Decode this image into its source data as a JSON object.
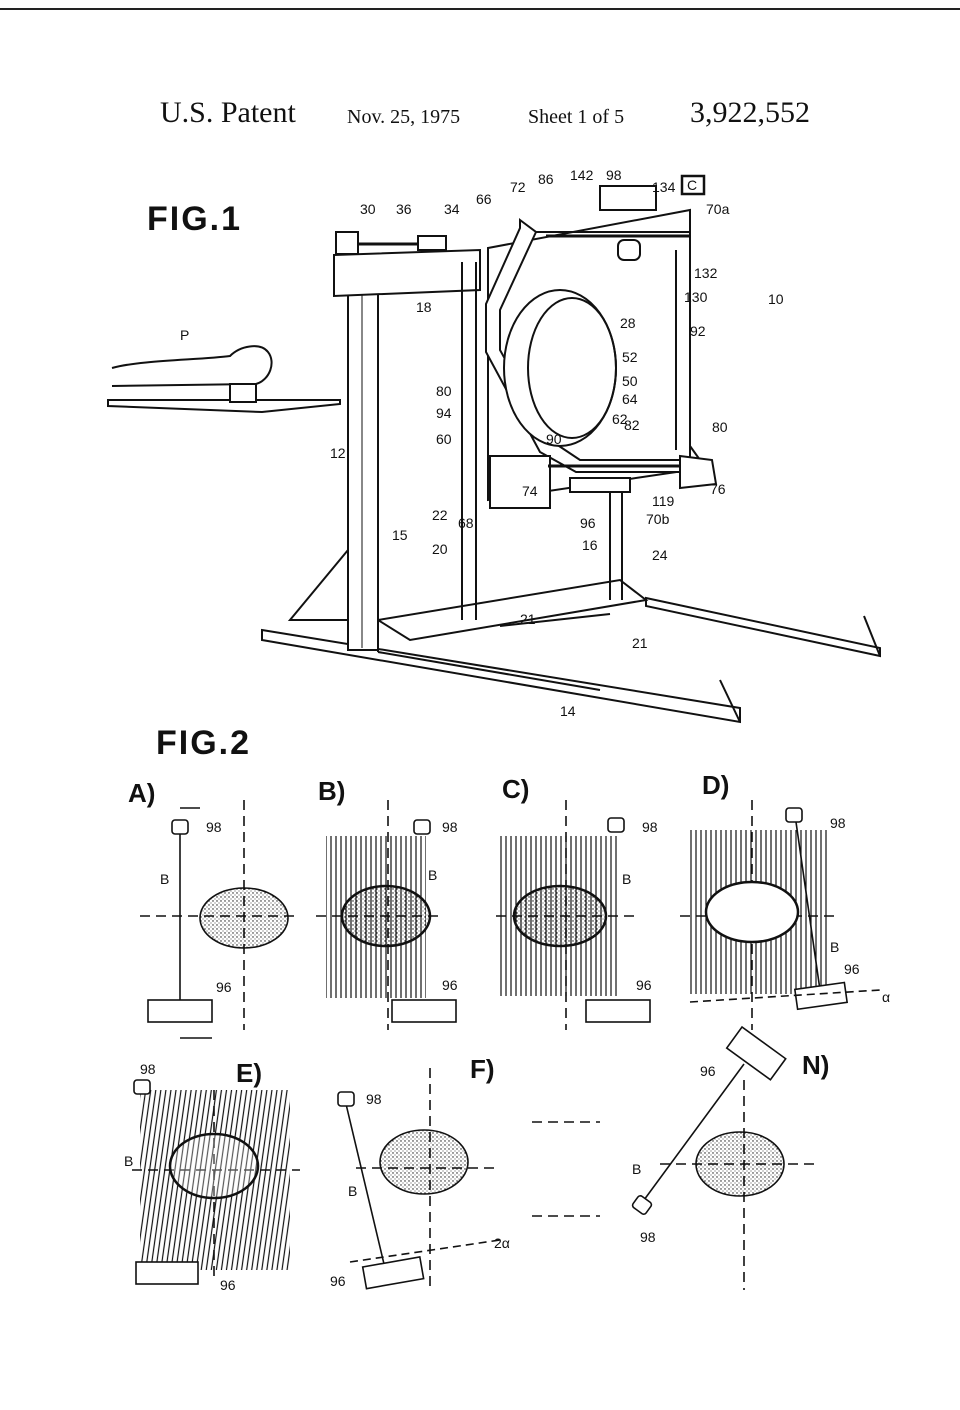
{
  "header": {
    "title": "U.S. Patent",
    "date": "Nov. 25, 1975",
    "sheet": "Sheet 1 of 5",
    "patent_number": "3,922,552"
  },
  "fig1": {
    "label": "FIG.1",
    "refs": {
      "r10": "10",
      "r12": "12",
      "r14": "14",
      "r15": "15",
      "r16": "16",
      "r18": "18",
      "r20": "20",
      "r21a": "21",
      "r21b": "21",
      "r22": "22",
      "r24": "24",
      "r28": "28",
      "r30": "30",
      "r34": "34",
      "r36": "36",
      "r50": "50",
      "r52": "52",
      "r60": "60",
      "r62": "62",
      "r64": "64",
      "r66": "66",
      "r68": "68",
      "r70a": "70a",
      "r70b": "70b",
      "r72": "72",
      "r74": "74",
      "r76": "76",
      "r80a": "80",
      "r80b": "80",
      "r82": "82",
      "r86": "86",
      "r90": "90",
      "r92": "92",
      "r94": "94",
      "r96": "96",
      "r98": "98",
      "r119": "119",
      "r130": "130",
      "r132": "132",
      "r134": "134",
      "r142": "142",
      "rC": "C",
      "rP": "P"
    }
  },
  "fig2": {
    "label": "FIG.2",
    "panels": {
      "A": "A)",
      "B": "B)",
      "C": "C)",
      "D": "D)",
      "E": "E)",
      "F": "F)",
      "N": "N)"
    },
    "refs": {
      "source": "98",
      "detector": "96",
      "beam": "B",
      "angle": "α",
      "angle2": "2α"
    }
  }
}
